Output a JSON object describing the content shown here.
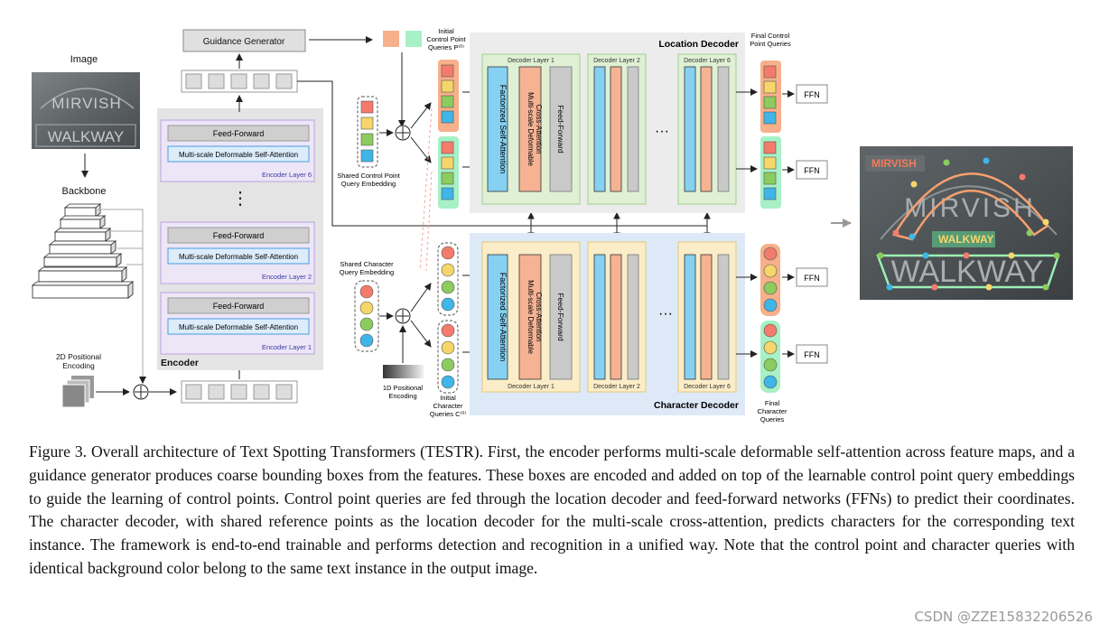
{
  "diagram": {
    "image_label": "Image",
    "sign_top": "MIRVISH",
    "sign_bottom": "WALKWAY",
    "backbone_label": "Backbone",
    "pos2d_label": [
      "2D Positional",
      "Encoding"
    ],
    "guidance_generator": "Guidance Generator",
    "encoder_title": "Encoder",
    "encoder_layers": [
      {
        "ff": "Feed-Forward",
        "attn": "Multi-scale Deformable Self-Attention",
        "label": "Encoder Layer 6"
      },
      {
        "ff": "Feed-Forward",
        "attn": "Multi-scale Deformable Self-Attention",
        "label": "Encoder Layer 2"
      },
      {
        "ff": "Feed-Forward",
        "attn": "Multi-scale Deformable Self-Attention",
        "label": "Encoder Layer 1"
      }
    ],
    "vdots": "⋮",
    "init_cp_label": [
      "Initial",
      "Control Point",
      "Queries P⁽⁰⁾"
    ],
    "shared_cp_label": [
      "Shared Control Point",
      "Query Embedding"
    ],
    "shared_char_label": [
      "Shared Character",
      "Query Embedding"
    ],
    "pos1d_label": [
      "1D Positional",
      "Encoding"
    ],
    "init_char_label": [
      "Initial",
      "Character",
      "Queries C⁽⁰⁾"
    ],
    "location_decoder": "Location Decoder",
    "character_decoder": "Character Decoder",
    "loc_layers": [
      "Decoder Layer 1",
      "Decoder Layer 2",
      "Decoder Layer 6"
    ],
    "char_layers": [
      "Decoder Layer 1",
      "Decoder Layer 2",
      "Decoder Layer 6"
    ],
    "fsa": "Factorized Self-Attention",
    "msda": [
      "Multi-scale Deformable",
      "Cross-Attention"
    ],
    "ffwd": "Feed-Forward",
    "ellipsis": "···",
    "final_cp_label": [
      "Final Control",
      "Point Queries"
    ],
    "final_char_label": [
      "Final",
      "Character",
      "Queries"
    ],
    "ffn": "FFN",
    "out_top": "MIRVISH",
    "out_bottom": "WALKWAY",
    "tag_top": "MIRVISH",
    "tag_bottom": "WALKWAY"
  },
  "caption": "Figure 3. Overall architecture of Text Spotting Transformers (TESTR). First, the encoder performs multi-scale deformable self-attention across feature maps, and a guidance generator produces coarse bounding boxes from the features. These boxes are encoded and added on top of the learnable control point query embeddings to guide the learning of control points. Control point queries are fed through the location decoder and feed-forward networks (FFNs) to predict their coordinates. The character decoder, with shared reference points as the location decoder for the multi-scale cross-attention, predicts characters for the corresponding text instance. The framework is end-to-end trainable and performs detection and recognition in a unified way. Note that the control point and character queries with identical background color belong to the same text instance in the output image.",
  "watermark": "CSDN @ZZE15832206526",
  "colors": {
    "encoder_bg": "#e4e4e4",
    "layer_bg": "#ece6f7",
    "layer_border": "#b7a4e0",
    "attn_bg": "#dcecfb",
    "loc_dec_bg": "#ececec",
    "char_dec_bg": "#dde9f6",
    "green_panel": "#dff0d5",
    "yellow_panel": "#fbedc8",
    "fsa": "#86d1f1",
    "msda": "#f5b394",
    "ffwd": "#c9c9c9",
    "q_red": "#f47b6b",
    "q_yellow": "#f6d66a",
    "q_green": "#8ccc5e",
    "q_blue": "#3fb5e8",
    "orange_pad": "#f6b08b",
    "mint_pad": "#a8f0c6"
  }
}
